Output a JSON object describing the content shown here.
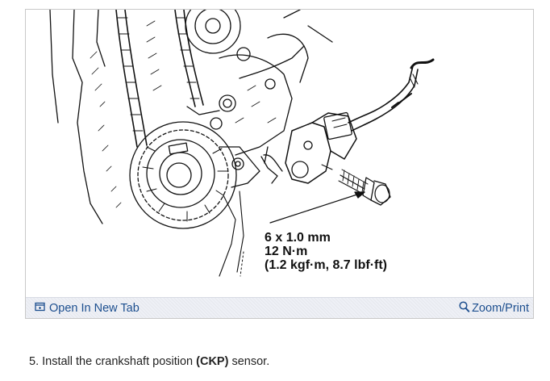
{
  "figure": {
    "spec_lines": [
      "6 x 1.0 mm",
      "12 N·m",
      "(1.2 kgf·m, 8.7 lbf·ft)"
    ]
  },
  "toolbar": {
    "open_tab_icon": "open-in-new-tab-icon",
    "open_tab_label": "Open In New Tab",
    "zoom_icon": "magnifier-icon",
    "zoom_label": "Zoom/Print"
  },
  "step": {
    "number": "5.",
    "text_before": "Install the crankshaft position",
    "highlight": "(CKP)",
    "text_after": "sensor."
  },
  "colors": {
    "link": "#1d4f8f",
    "toolbar_bg": "#eef0f6",
    "frame_border": "#c8c8c8"
  }
}
